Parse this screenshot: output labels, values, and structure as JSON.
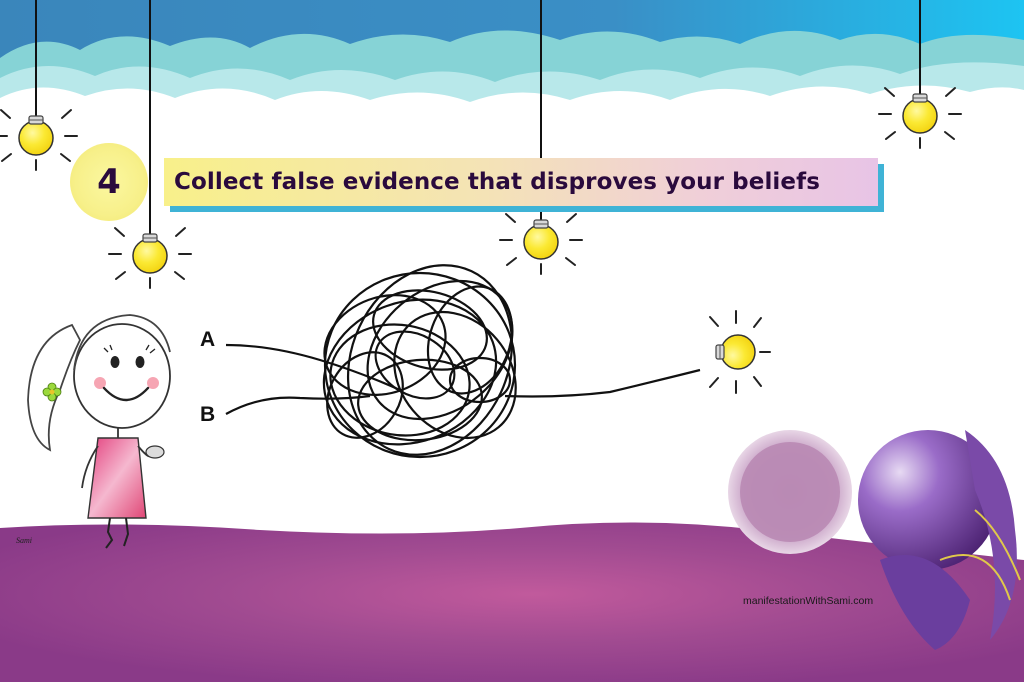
{
  "step": {
    "number": "4"
  },
  "title": {
    "text": "Collect false evidence that disproves your beliefs"
  },
  "path_labels": {
    "a": "A",
    "b": "B"
  },
  "footer": {
    "credit": "manifestationWithSami.com"
  },
  "signature": {
    "text": "Sami"
  },
  "colors": {
    "sky_top": "#3c8fc4",
    "sky_right": "#22c2f0",
    "cloud_back": "#7dd3d8",
    "ground": "#8e3c8a",
    "ground_light": "#c15a9c",
    "bulb": "#fbe933",
    "banner_shadow": "#3fb3d6",
    "title_text": "#2a0a3d",
    "orb_purple": "#6b3aa0",
    "dress": "#e0457a"
  },
  "icons": [
    "lightbulb-icon",
    "flower-icon",
    "tangle-scribble",
    "girl-character"
  ]
}
